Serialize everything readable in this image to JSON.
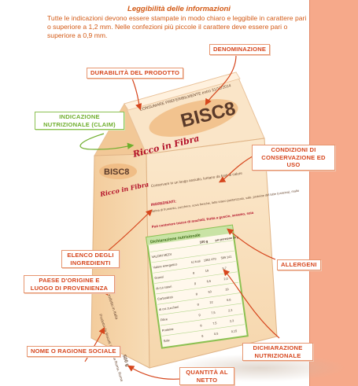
{
  "header": {
    "title": "Leggibilità delle informazioni",
    "paragraph": "Tutte le indicazioni devono essere stampate in modo chiaro e leggibile in carattere pari o superiore a 1,2 mm. Nelle confezioni più piccole il carattere deve essere pari o superiore a 0,9 mm."
  },
  "labels": {
    "denominazione": "DENOMINAZIONE",
    "durabilita": "DURABILITÀ DEL PRODOTTO",
    "indicazione": "INDICAZIONE NUTRIZIONALE (CLAIM)",
    "condizioni": "CONDIZIONI DI CONSERVAZIONE ED USO",
    "elenco": "ELENCO DEGLI INGREDIENTI",
    "allergeni": "ALLERGENI",
    "paese": "PAESE D'ORIGINE E LUOGO DI PROVENIENZA",
    "dichiarazione": "DICHIARAZIONE NUTRIZIONALE",
    "nome": "NOME O RAGIONE SOCIALE",
    "quantita": "QUANTITÀ AL NETTO"
  },
  "box": {
    "brand": "BISC8",
    "brand_small": "BISC8",
    "claim": "Ricco in Fibra",
    "claim_small": "Ricco in Fibra",
    "top_text": "CONSUMARE PREFERIBILMENTE entro 31/12/2014",
    "storage": "Conservare in un luogo asciutto, lontano da fonti di calore",
    "ingredients_heading": "INGREDIENTI:",
    "ingredients_text": "farina di frumento, zucchero, uova fresche, latte intero pastorizzato, sale, proteine del latte (caseina), malto",
    "allergen_warning": "Può contenere tracce di arachidi, frutta a guscio, sesamo, soia",
    "nutrition_title": "Dichiarazione nutrizionale",
    "nutrition_cols": [
      "100 g",
      "per porzione 30 g"
    ],
    "nutrition_rows": [
      {
        "name": "VALORI MEDI",
        "unit": "",
        "a": "",
        "b": ""
      },
      {
        "name": "Valore energetico",
        "unit": "kJ kcal",
        "a": "1962 470",
        "b": "589 141"
      },
      {
        "name": "Grassi",
        "unit": "g",
        "a": "19",
        "b": "5,7"
      },
      {
        "name": "di cui saturi",
        "unit": "g",
        "a": "6,6",
        "b": "2,0"
      },
      {
        "name": "Carboidrati",
        "unit": "g",
        "a": "63",
        "b": "19"
      },
      {
        "name": "di cui zuccheri",
        "unit": "g",
        "a": "22",
        "b": "6,6"
      },
      {
        "name": "Fibre",
        "unit": "g",
        "a": "7,5",
        "b": "2,3"
      },
      {
        "name": "Proteine",
        "unit": "g",
        "a": "7,5",
        "b": "2,3"
      },
      {
        "name": "Sale",
        "unit": "g",
        "a": "0,5",
        "b": "0,15"
      }
    ],
    "side_country": "Prodotto in Italia",
    "side_address": "Prodotto da Biscotti S.p.A. Via Roma, Roma",
    "side_qty": "500 g"
  },
  "colors": {
    "accent": "#d6461d",
    "green": "#6fae2d",
    "strip": "#f6a98a",
    "box_front": "#fae3c4",
    "box_side": "#f4cfa4"
  }
}
